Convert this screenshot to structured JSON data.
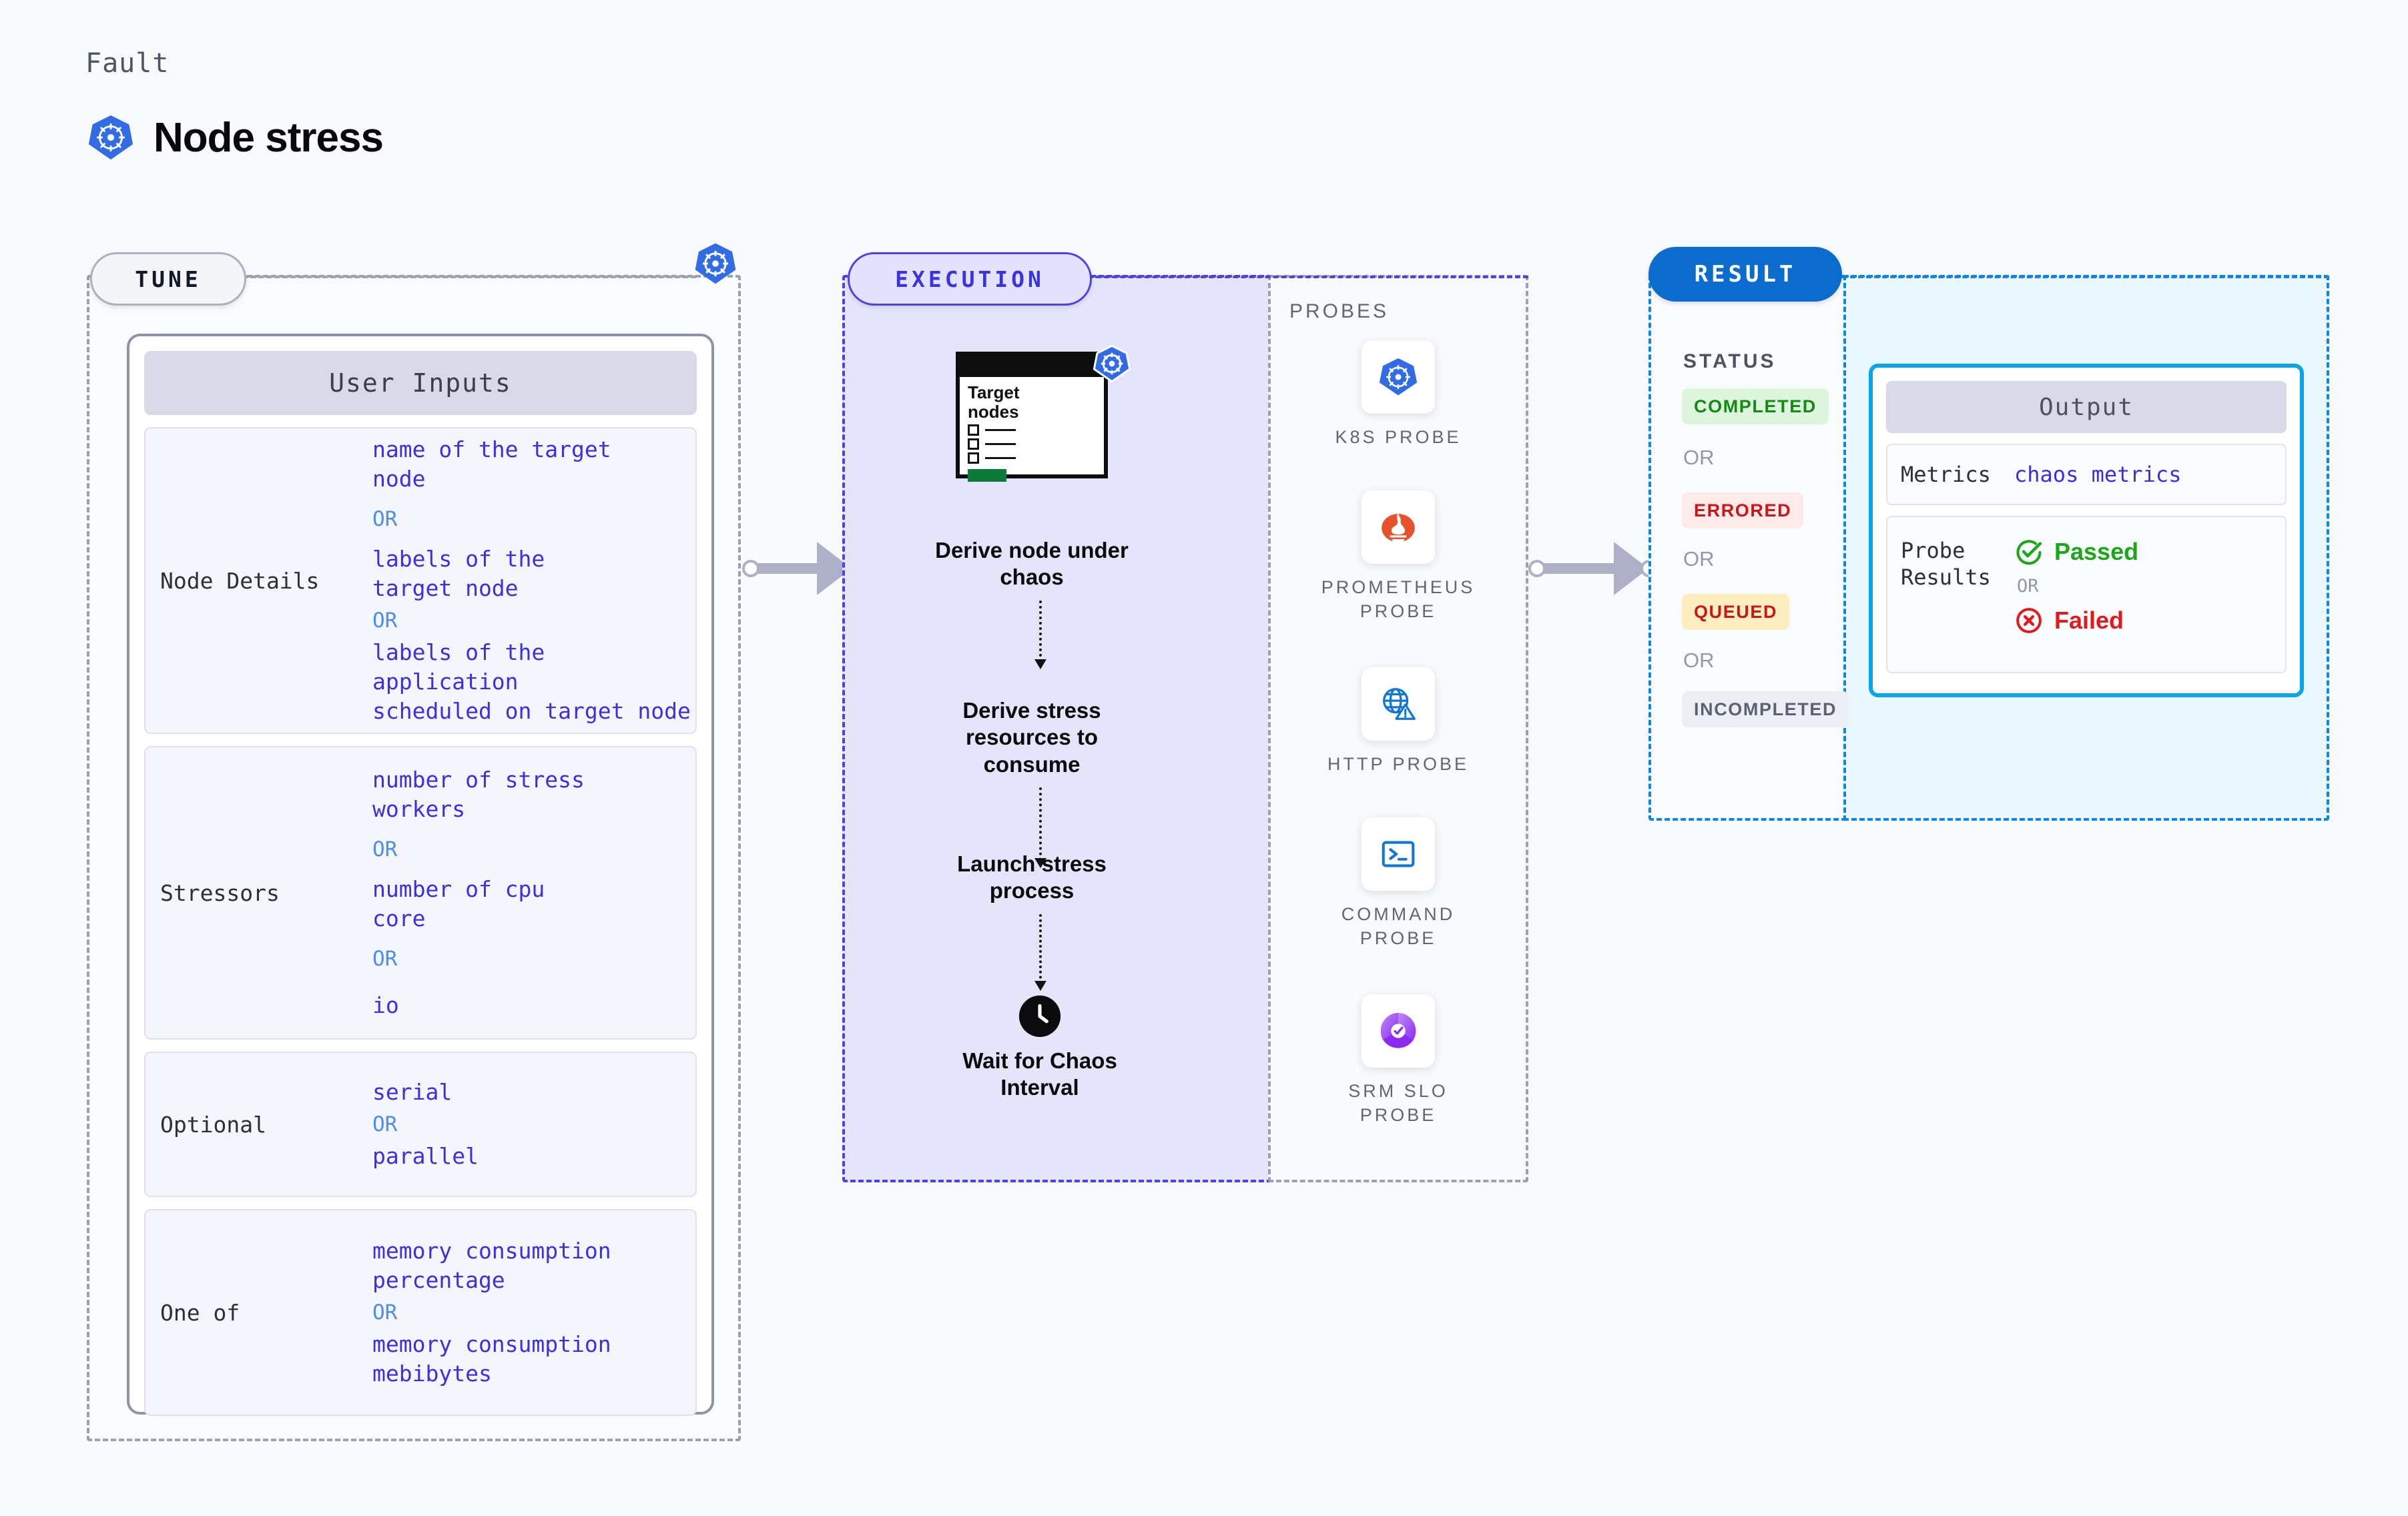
{
  "header": {
    "fault_label": "Fault",
    "fault_title": "Node stress",
    "icon": "kubernetes-icon"
  },
  "colors": {
    "tune_accent": "#9aa2b1",
    "execution_accent": "#4b42e8",
    "result_accent": "#0f87e0",
    "value_text": "#3a30e0",
    "or_text": "#4d8fe8",
    "k8s_blue": "#326ce5",
    "output_border": "#06a6e8"
  },
  "tune": {
    "pill_label": "TUNE",
    "card_header": "User Inputs",
    "groups": [
      {
        "label": "Node Details",
        "items": [
          {
            "type": "value",
            "text": "name of the target\nnode"
          },
          {
            "type": "or",
            "text": "OR"
          },
          {
            "type": "value",
            "text": "labels of the\ntarget node"
          },
          {
            "type": "or",
            "text": "OR"
          },
          {
            "type": "value",
            "text": "labels of the application\n scheduled on target node"
          }
        ]
      },
      {
        "label": "Stressors",
        "items": [
          {
            "type": "value",
            "text": "number of stress\nworkers"
          },
          {
            "type": "or",
            "text": "OR"
          },
          {
            "type": "value",
            "text": "number of cpu\ncore"
          },
          {
            "type": "or",
            "text": "OR"
          },
          {
            "type": "value",
            "text": "io"
          }
        ]
      },
      {
        "label": "Optional",
        "items": [
          {
            "type": "value",
            "text": "serial"
          },
          {
            "type": "or",
            "text": "OR"
          },
          {
            "type": "value",
            "text": "parallel"
          }
        ]
      },
      {
        "label": "One of",
        "items": [
          {
            "type": "value",
            "text": "memory consumption\npercentage"
          },
          {
            "type": "or",
            "text": "OR"
          },
          {
            "type": "value",
            "text": "memory consumption\nmebibytes"
          }
        ]
      }
    ]
  },
  "execution": {
    "pill_label": "EXECUTION",
    "target_card": {
      "title": "Target\nnodes",
      "rows": 3
    },
    "steps": [
      {
        "label": "Derive node under\nchaos",
        "icon": "target-nodes-card-icon"
      },
      {
        "label": "Derive stress\nresources to\nconsume",
        "icon": ""
      },
      {
        "label": "Launch stress\nprocess",
        "icon": ""
      },
      {
        "label": "Wait for Chaos\nInterval",
        "icon": "clock-icon"
      }
    ]
  },
  "probes": {
    "title": "PROBES",
    "items": [
      {
        "label": "K8S PROBE",
        "icon": "kubernetes-icon"
      },
      {
        "label": "PROMETHEUS\nPROBE",
        "icon": "prometheus-icon"
      },
      {
        "label": "HTTP PROBE",
        "icon": "http-globe-warning-icon"
      },
      {
        "label": "COMMAND\nPROBE",
        "icon": "terminal-icon"
      },
      {
        "label": "SRM SLO\nPROBE",
        "icon": "srm-slo-donut-check-icon"
      }
    ]
  },
  "result": {
    "pill_label": "RESULT",
    "status_title": "STATUS",
    "or_label": "OR",
    "statuses": [
      {
        "label": "COMPLETED",
        "bg": "#dcf5dc",
        "fg": "#138a13"
      },
      {
        "label": "ERRORED",
        "bg": "#fdeaea",
        "fg": "#c91616"
      },
      {
        "label": "QUEUED",
        "bg": "#fdeec2",
        "fg": "#c91616"
      },
      {
        "label": "INCOMPLETED",
        "bg": "#eceef4",
        "fg": "#5a6274"
      }
    ],
    "output": {
      "header": "Output",
      "rows": [
        {
          "label": "Metrics",
          "value": "chaos metrics",
          "kind": "link"
        },
        {
          "label": "Probe\nResults",
          "kind": "probe-results",
          "passed": "Passed",
          "failed": "Failed",
          "or": "OR",
          "passed_color": "#1aa81a",
          "failed_color": "#e01b1b"
        }
      ]
    }
  }
}
